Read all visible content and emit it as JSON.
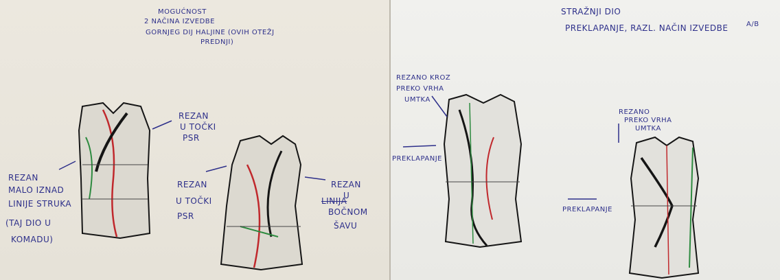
{
  "left_panel": {
    "header_lines": [
      "MOGUĆNOST",
      "2 NAČINA IZVEDBE",
      "GORNJEG DIJ HALJINE (OVIH OTEŽJ",
      "PREDNJI)"
    ],
    "note_rezan_tocki_psr_top": [
      "REZAN",
      "U TOČKI",
      "PSR"
    ],
    "note_rezan_linije_struka": [
      "REZAN",
      "MALO IZNAD",
      "LINIJE STRUKA",
      "(TAJ DIO U",
      "KOMADU)"
    ],
    "note_rezan_tocki_psr_mid": [
      "REZAN",
      "U TOČKI",
      "PSR"
    ],
    "note_rezan_bocnom_savu": [
      "REZAN",
      "U"
    ],
    "note_struck_word": "LINIJA",
    "note_bocnom_savu": [
      "BOČNOM",
      "ŠAVU"
    ]
  },
  "right_panel": {
    "header_lines": [
      "STRAŽNJI DIO",
      "PREKLAPANJE, RAZL. NAČIN IZVEDBE"
    ],
    "header_tag": "A/B",
    "note_rezano_kroz": [
      "REZANO KROZ",
      "PREKO VRHA",
      "UMTKA"
    ],
    "note_preklapanje_1": "PREKLAPANJE",
    "note_rezano_preko": [
      "REZANO",
      "PREKO VRHA",
      "UMTKA"
    ],
    "note_preklapanje_2": "PREKLAPANJE"
  },
  "colors": {
    "ink_blue": "#2d2f8a",
    "marker_black": "#151515",
    "marker_red": "#c0282c",
    "marker_green": "#2d8a3f"
  }
}
